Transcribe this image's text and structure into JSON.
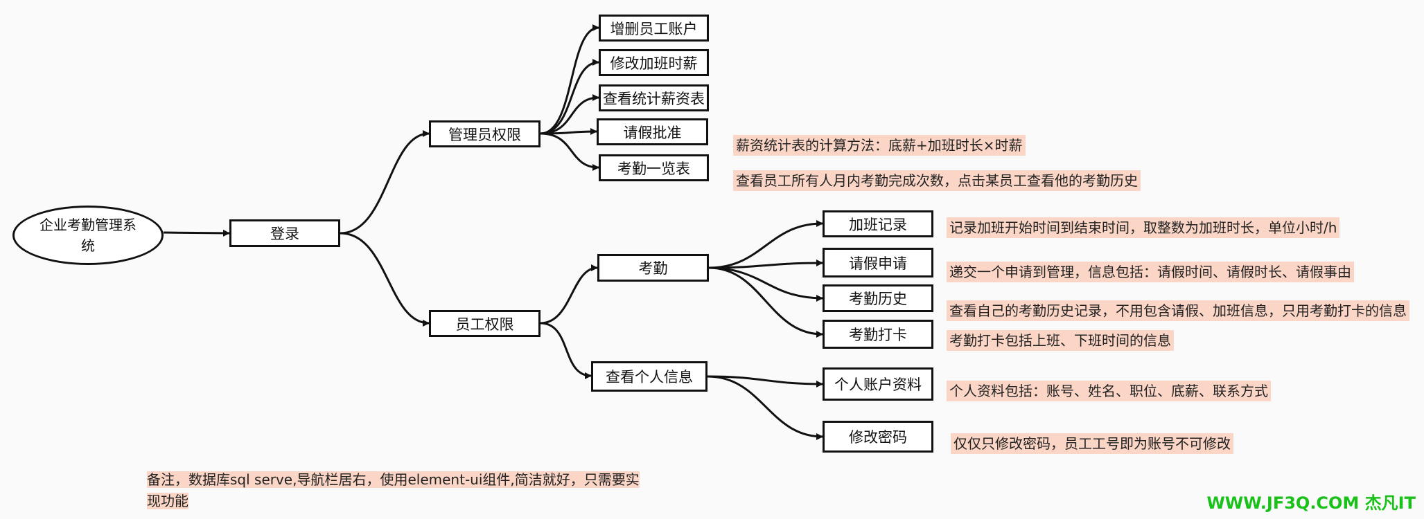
{
  "nodes": {
    "root": "企业考勤管理系统",
    "login": "登录",
    "admin": "管理员权限",
    "employee": "员工权限",
    "admin_children": [
      "增删员工账户",
      "修改加班时薪",
      "查看统计薪资表",
      "请假批准",
      "考勤一览表"
    ],
    "attendance": "考勤",
    "personal_info": "查看个人信息",
    "attendance_children": [
      "加班记录",
      "请假申请",
      "考勤历史",
      "考勤打卡"
    ],
    "personal_children": [
      "个人账户资料",
      "修改密码"
    ]
  },
  "notes": {
    "salary_calc": "薪资统计表的计算方法：底薪+加班时长×时薪",
    "attendance_overview": "查看员工所有人月内考勤完成次数，点击某员工查看他的考勤历史",
    "overtime": "记录加班开始时间到结束时间，取整数为加班时长，单位小时/h",
    "leave": "递交一个申请到管理，信息包括：请假时间、请假时长、请假事由",
    "history": "查看自己的考勤历史记录，不用包含请假、加班信息，只用考勤打卡的信息",
    "clock_in": "考勤打卡包括上班、下班时间的信息",
    "profile": "个人资料包括：账号、姓名、职位、底薪、联系方式",
    "password": "仅仅只修改密码，员工工号即为账号不可修改"
  },
  "remark": "备注，数据库sql serve,导航栏居右，使用element-ui组件,简洁就好，只需要实现功能",
  "watermark": "WWW.JF3Q.COM 杰凡IT"
}
